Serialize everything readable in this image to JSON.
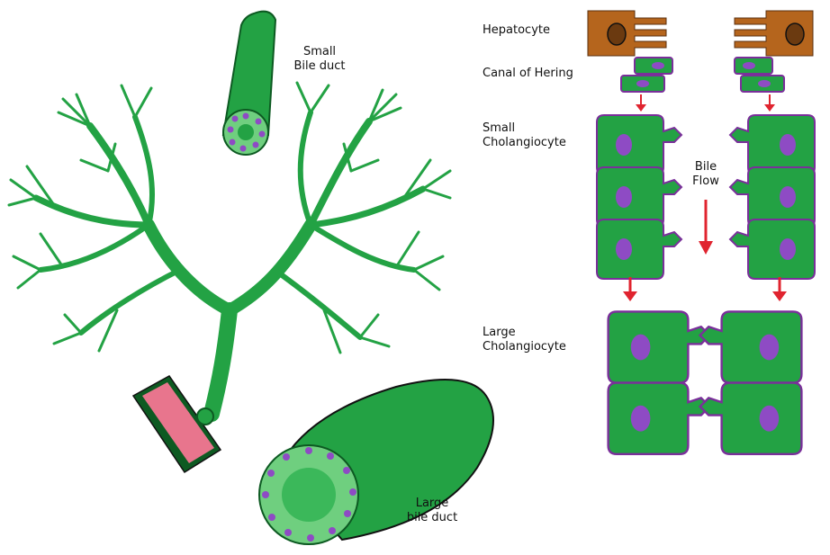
{
  "labels": {
    "small_bile_duct": [
      "Small",
      "Bile duct"
    ],
    "large_bile_duct": [
      "Large",
      "bile duct"
    ],
    "hepatocyte": "Hepatocyte",
    "canal_of_hering": "Canal of Hering",
    "small_cholangiocyte": [
      "Small",
      "Cholangiocyte"
    ],
    "large_cholangiocyte": [
      "Large",
      "Cholangiocyte"
    ],
    "bile_flow": [
      "Bile",
      "Flow"
    ]
  },
  "colors": {
    "duct_green": "#23a244",
    "duct_dark": "#0d5a22",
    "lumen_light": "#6fcf7f",
    "cell_outline": "#7a2f9a",
    "nucleus": "#8e4bc4",
    "hepatocyte": "#b5651d",
    "vessel_pink": "#e8758d",
    "arrow_red": "#e0242f"
  },
  "icons": {
    "tree": "biliary-tree-icon",
    "vessel": "blood-vessel-icon"
  }
}
